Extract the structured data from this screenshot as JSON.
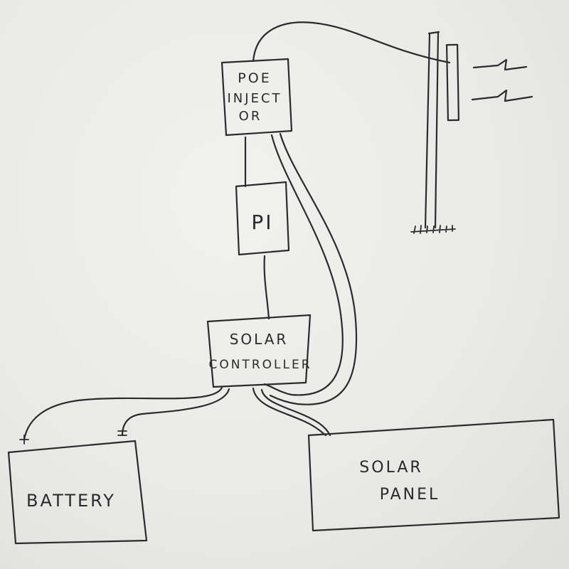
{
  "nodes": {
    "poe_injector": {
      "lines": [
        "POE",
        "INJECT",
        "OR"
      ]
    },
    "pi": {
      "label": "PI"
    },
    "solar_controller": {
      "lines": [
        "SOLAR",
        "CONTROLLER"
      ]
    },
    "battery": {
      "label": "BATTERY"
    },
    "solar_panel": {
      "lines": [
        "SOLAR",
        "PANEL"
      ]
    }
  },
  "colors": {
    "ink": "#2b2b2b",
    "paper": "#ececea"
  }
}
